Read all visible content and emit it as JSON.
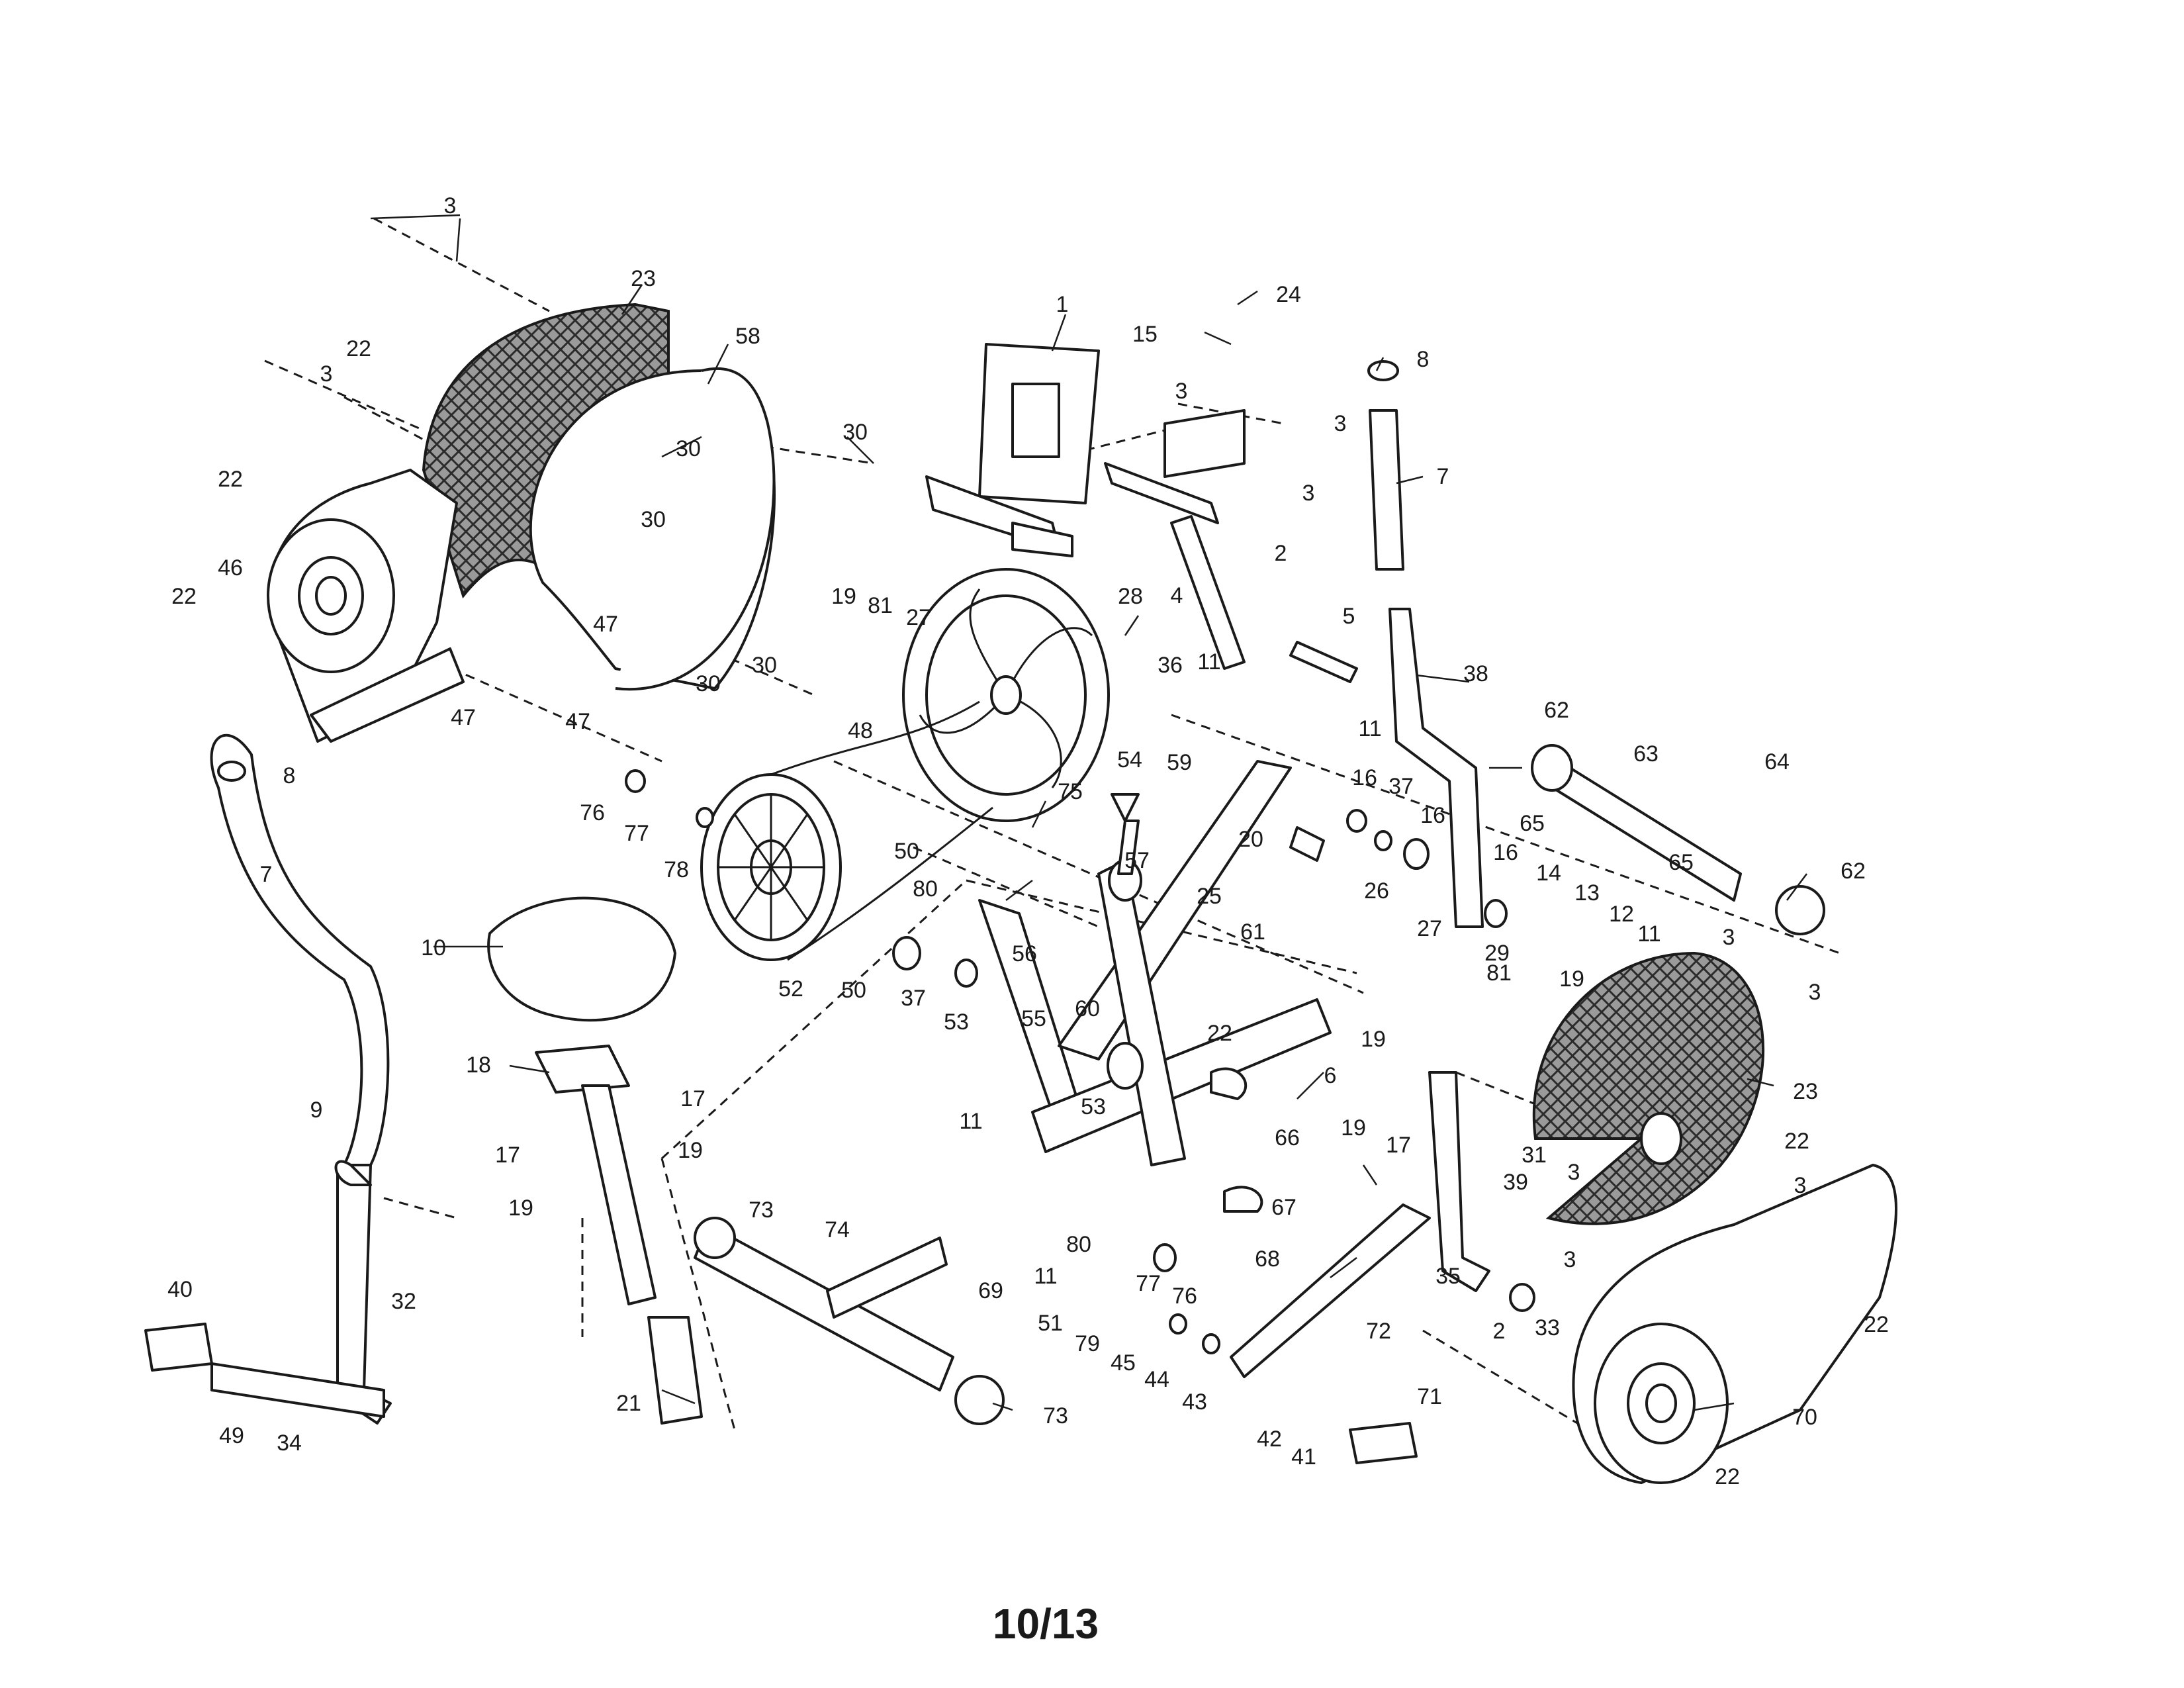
{
  "page_number": "10/13",
  "callouts": [
    "1",
    "2",
    "3",
    "4",
    "5",
    "6",
    "7",
    "8",
    "9",
    "10",
    "11",
    "12",
    "13",
    "14",
    "15",
    "16",
    "17",
    "18",
    "19",
    "20",
    "21",
    "22",
    "23",
    "24",
    "25",
    "26",
    "27",
    "28",
    "29",
    "30",
    "31",
    "32",
    "33",
    "34",
    "35",
    "36",
    "37",
    "38",
    "39",
    "40",
    "41",
    "42",
    "43",
    "44",
    "45",
    "46",
    "47",
    "48",
    "49",
    "50",
    "51",
    "52",
    "53",
    "54",
    "55",
    "56",
    "57",
    "58",
    "59",
    "60",
    "61",
    "62",
    "63",
    "64",
    "65",
    "66",
    "67",
    "68",
    "69",
    "70",
    "71",
    "72",
    "73",
    "74",
    "75",
    "76",
    "77",
    "78",
    "79",
    "80",
    "81"
  ]
}
